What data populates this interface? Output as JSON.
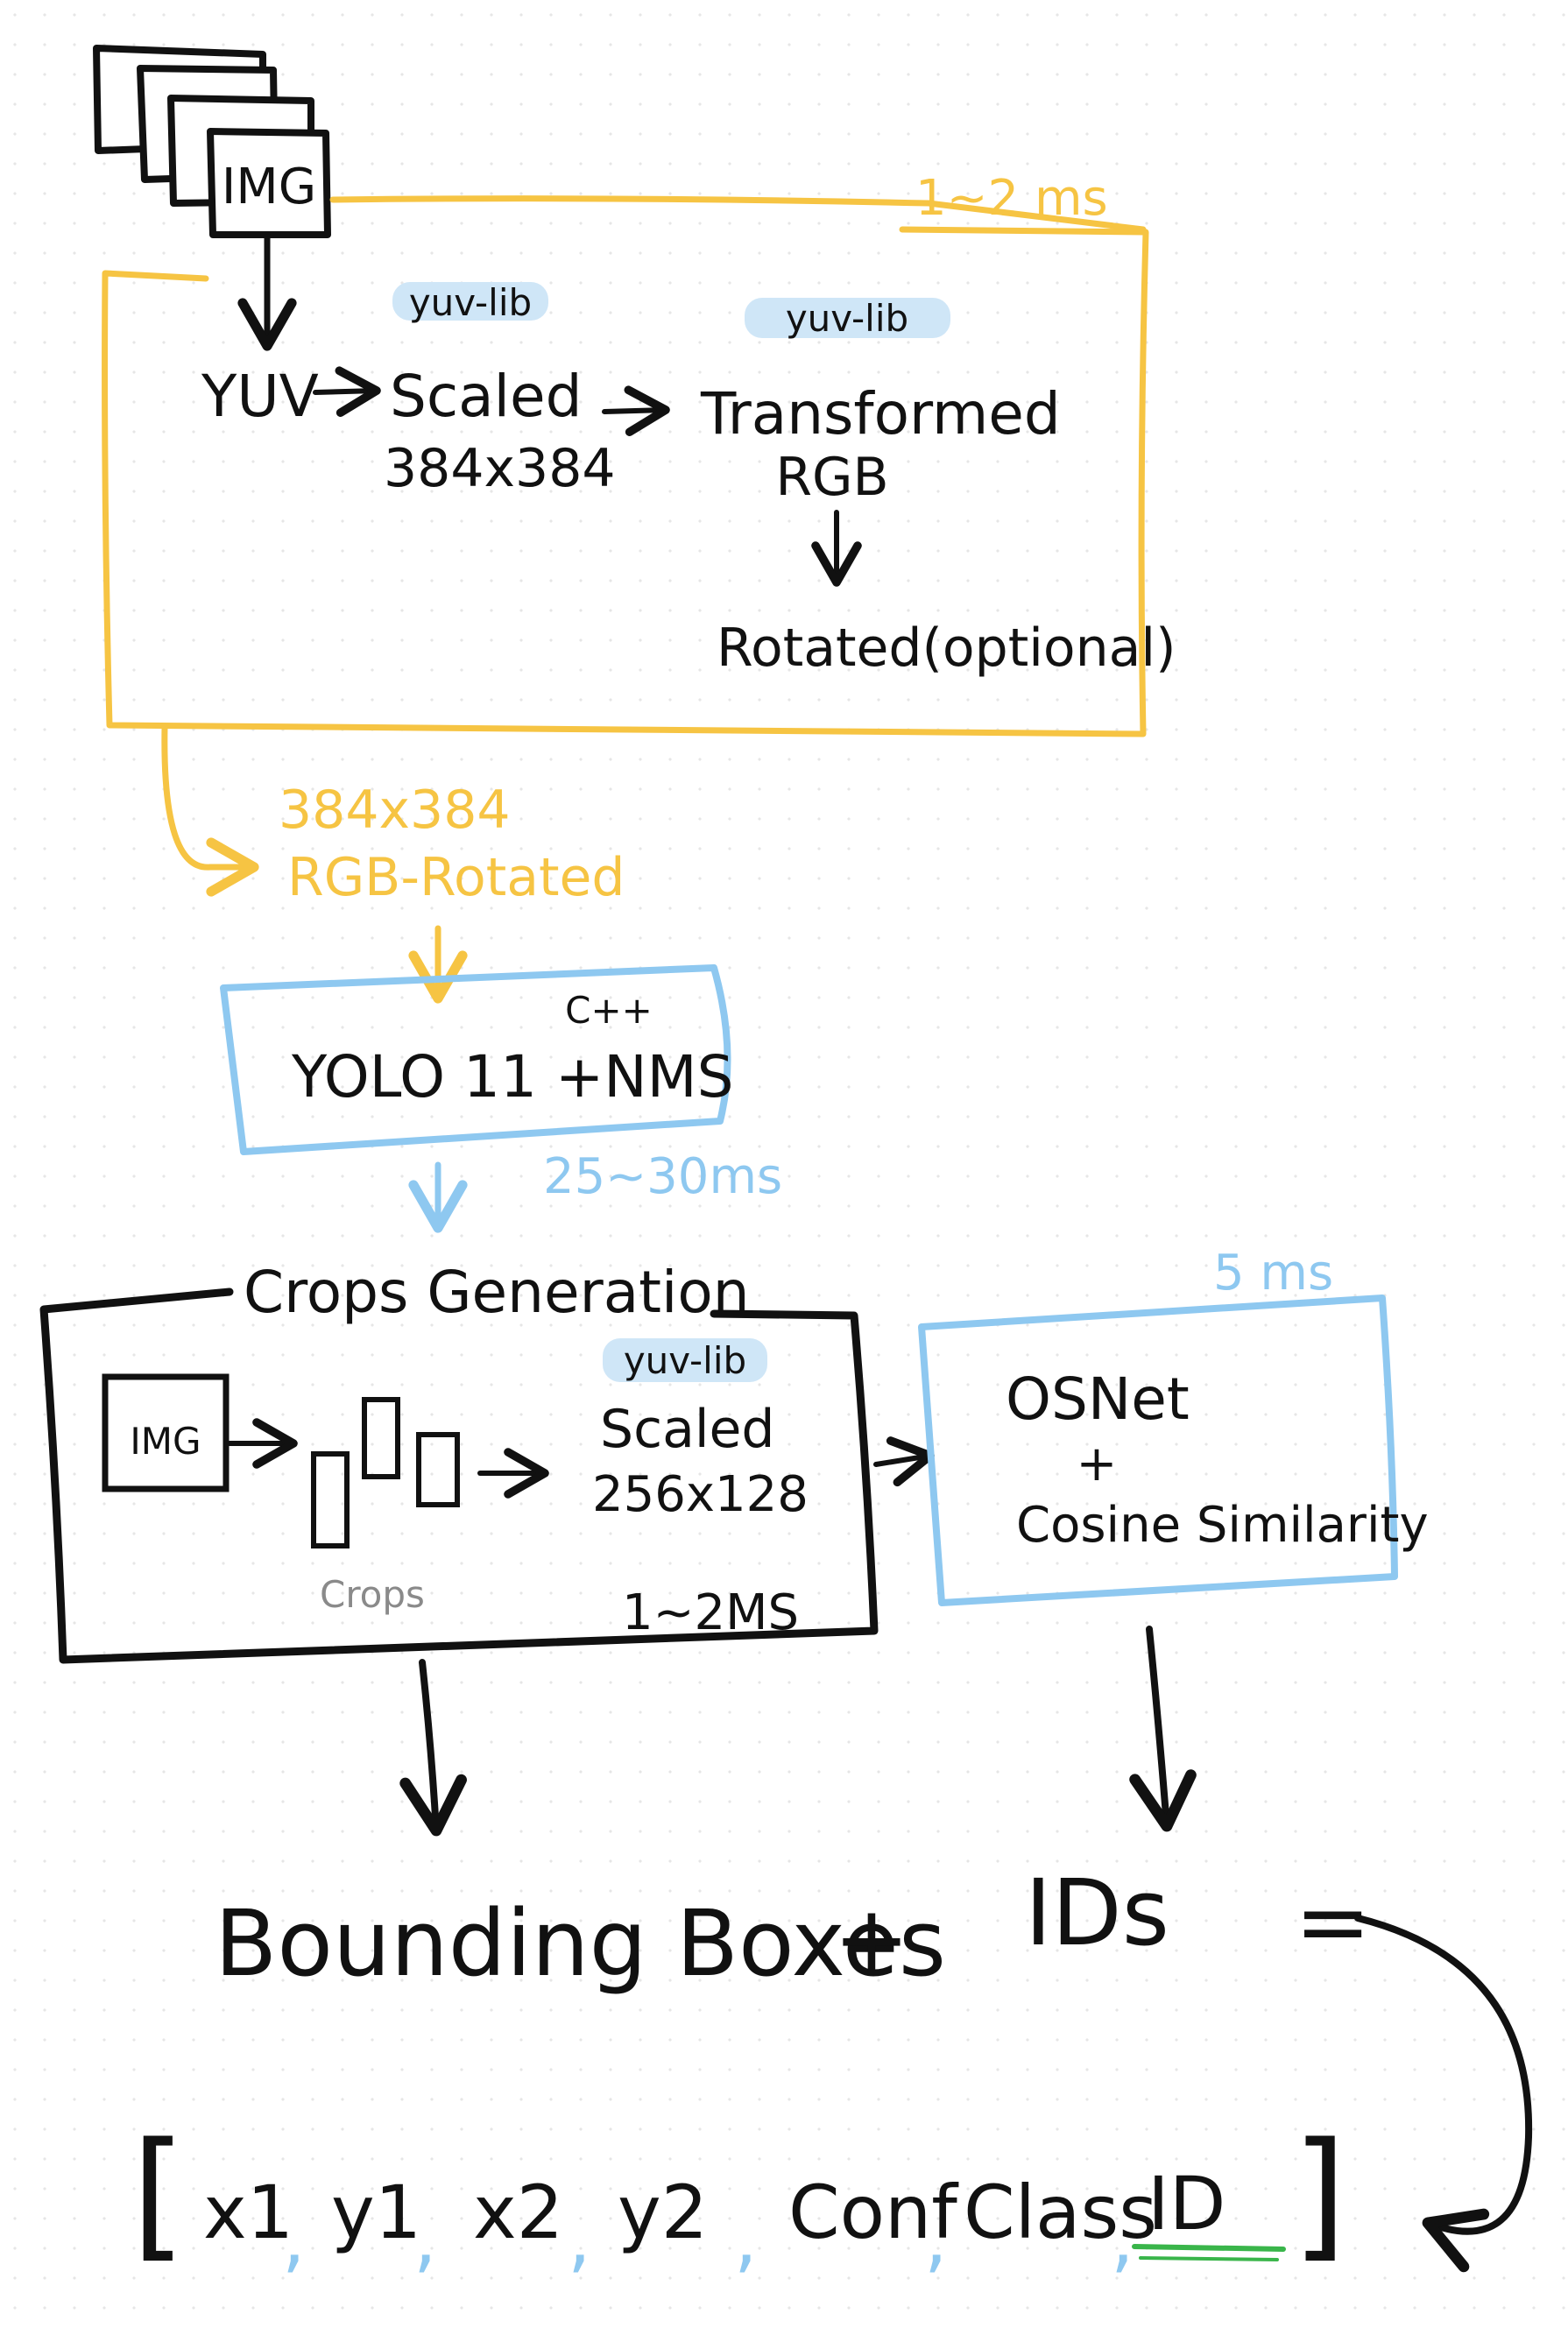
{
  "colors": {
    "ink": "#111111",
    "yellow": "#f6c443",
    "blue": "#8ec8f0",
    "highlight": "#cfe6f7",
    "gray": "#8a8a8a",
    "green": "#39b54a"
  },
  "stack": {
    "label": "IMG"
  },
  "preprocess": {
    "timing": "1~2 ms",
    "yuv": "YUV",
    "scaled_lib": "yuv-lib",
    "scaled": "Scaled",
    "scaled_dims": "384x384",
    "transformed_lib": "yuv-lib",
    "transformed": "Transformed",
    "rgb": "RGB",
    "rotated": "Rotated(optional)"
  },
  "preprocess_output": {
    "line1": "384x384",
    "line2": "RGB-Rotated"
  },
  "yolo": {
    "label": "YOLO 11 +NMS",
    "cpp": "C++",
    "timing": "25~30ms"
  },
  "crops": {
    "title": "Crops Generation",
    "img": "IMG",
    "crops_label": "Crops",
    "lib": "yuv-lib",
    "scaled": "Scaled",
    "dims": "256x128",
    "timing": "1~2MS"
  },
  "osnet": {
    "timing": "5 ms",
    "name": "OSNet",
    "plus": "+",
    "similarity": "Cosine Similarity"
  },
  "equation": {
    "boxes": "Bounding Boxes",
    "plus": "+",
    "ids": "IDs",
    "equals": "="
  },
  "output": {
    "open": "[",
    "fields": [
      "x1",
      "y1",
      "x2",
      "y2",
      "Conf",
      "Class",
      "ID"
    ],
    "close": "]"
  }
}
